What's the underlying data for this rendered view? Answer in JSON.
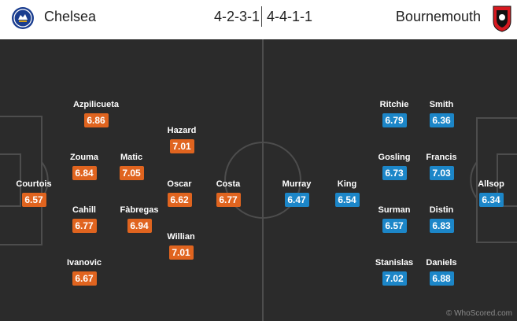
{
  "home_team": {
    "name": "Chelsea",
    "formation": "4-2-3-1",
    "rating_color": "#e0641f",
    "crest_icon": "chelsea-crest-icon",
    "players": [
      {
        "name": "Courtois",
        "rating": "6.57"
      },
      {
        "name": "Azpilicueta",
        "rating": "6.86"
      },
      {
        "name": "Zouma",
        "rating": "6.84"
      },
      {
        "name": "Cahill",
        "rating": "6.77"
      },
      {
        "name": "Ivanovic",
        "rating": "6.67"
      },
      {
        "name": "Matic",
        "rating": "7.05"
      },
      {
        "name": "Fàbregas",
        "rating": "6.94"
      },
      {
        "name": "Hazard",
        "rating": "7.01"
      },
      {
        "name": "Oscar",
        "rating": "6.62"
      },
      {
        "name": "Willian",
        "rating": "7.01"
      },
      {
        "name": "Costa",
        "rating": "6.77"
      }
    ]
  },
  "away_team": {
    "name": "Bournemouth",
    "formation": "4-4-1-1",
    "rating_color": "#1c86c8",
    "crest_icon": "bournemouth-crest-icon",
    "players": [
      {
        "name": "Allsop",
        "rating": "6.34"
      },
      {
        "name": "Smith",
        "rating": "6.36"
      },
      {
        "name": "Francis",
        "rating": "7.03"
      },
      {
        "name": "Distin",
        "rating": "6.83"
      },
      {
        "name": "Daniels",
        "rating": "6.88"
      },
      {
        "name": "Ritchie",
        "rating": "6.79"
      },
      {
        "name": "Gosling",
        "rating": "6.73"
      },
      {
        "name": "Surman",
        "rating": "6.57"
      },
      {
        "name": "Stanislas",
        "rating": "7.02"
      },
      {
        "name": "King",
        "rating": "6.54"
      },
      {
        "name": "Murray",
        "rating": "6.47"
      }
    ]
  },
  "credit": "© WhoScored.com"
}
